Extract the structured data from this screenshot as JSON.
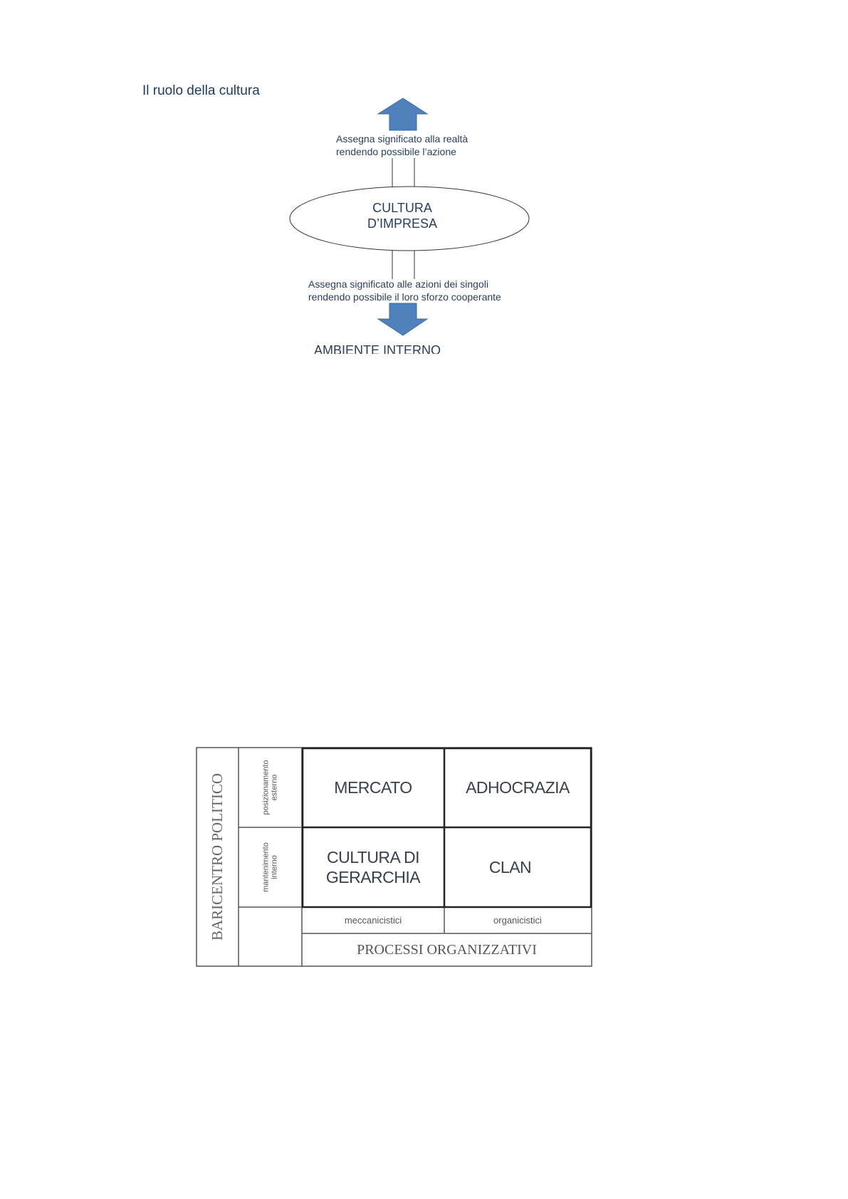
{
  "title": "Il ruolo della cultura",
  "diagram": {
    "top_note": [
      "Assegna significato alla realtà",
      "rendendo possibile l’azione"
    ],
    "center": [
      "CULTURA",
      "D’IMPRESA"
    ],
    "bottom_note": [
      "Assegna significato alle azioni dei singoli",
      "rendendo possibile il loro sforzo cooperante"
    ],
    "bottom_label": "AMBIENTE INTERNO",
    "arrow_color": "#4f81bd"
  },
  "table": {
    "side_label": "BARICENTRO POLITICO",
    "row_labels": [
      "posizionamento esterno",
      "mantenimento interno"
    ],
    "cells": [
      "MERCATO",
      "ADHOCRAZIA",
      "CULTURA DI GERARCHIA",
      "CLAN"
    ],
    "col_labels": [
      "meccanicistici",
      "organicistici"
    ],
    "bottom_label": "PROCESSI ORGANIZZATIVI"
  }
}
